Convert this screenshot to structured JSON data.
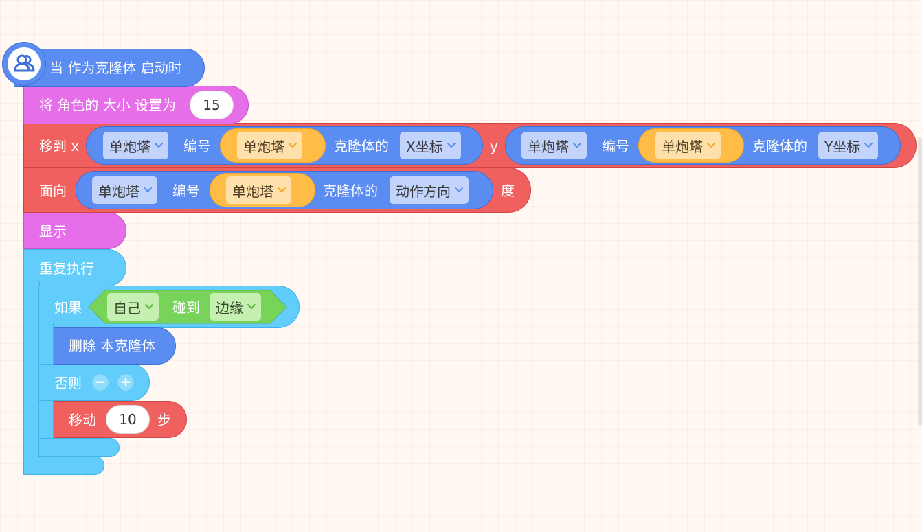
{
  "hat": {
    "label": "当 作为克隆体 启动时"
  },
  "set_size": {
    "label": "将 角色的 大小 设置为",
    "value": "15"
  },
  "move_to": {
    "label": "移到 x",
    "y_label": "y",
    "x_reporter": {
      "sprite": "单炮塔",
      "mid_label": "编号",
      "clone_sprite": "单炮塔",
      "suffix": "克隆体的",
      "property": "X坐标"
    },
    "y_reporter": {
      "sprite": "单炮塔",
      "mid_label": "编号",
      "clone_sprite": "单炮塔",
      "suffix": "克隆体的",
      "property": "Y坐标"
    }
  },
  "face": {
    "label": "面向",
    "suffix": "度",
    "reporter": {
      "sprite": "单炮塔",
      "mid_label": "编号",
      "clone_sprite": "单炮塔",
      "suffix": "克隆体的",
      "property": "动作方向"
    }
  },
  "show": {
    "label": "显示"
  },
  "forever": {
    "label": "重复执行"
  },
  "if_block": {
    "label": "如果",
    "condition": {
      "target": "自己",
      "verb": "碰到",
      "object": "边缘"
    },
    "else_label": "否则",
    "minus": "−",
    "plus": "+"
  },
  "delete_clone": {
    "label": "删除 本克隆体"
  },
  "move_steps": {
    "label": "移动",
    "value": "10",
    "suffix": "步"
  },
  "colors": {
    "events": "#5a8cf2",
    "looks": "#e76ee9",
    "motion": "#f0605f",
    "control": "#62ccfb",
    "sensing": "#78d35a",
    "clone": "#ffbd47"
  },
  "icons": {
    "hat": "users-icon",
    "dropdown": "chevron-down-icon"
  }
}
